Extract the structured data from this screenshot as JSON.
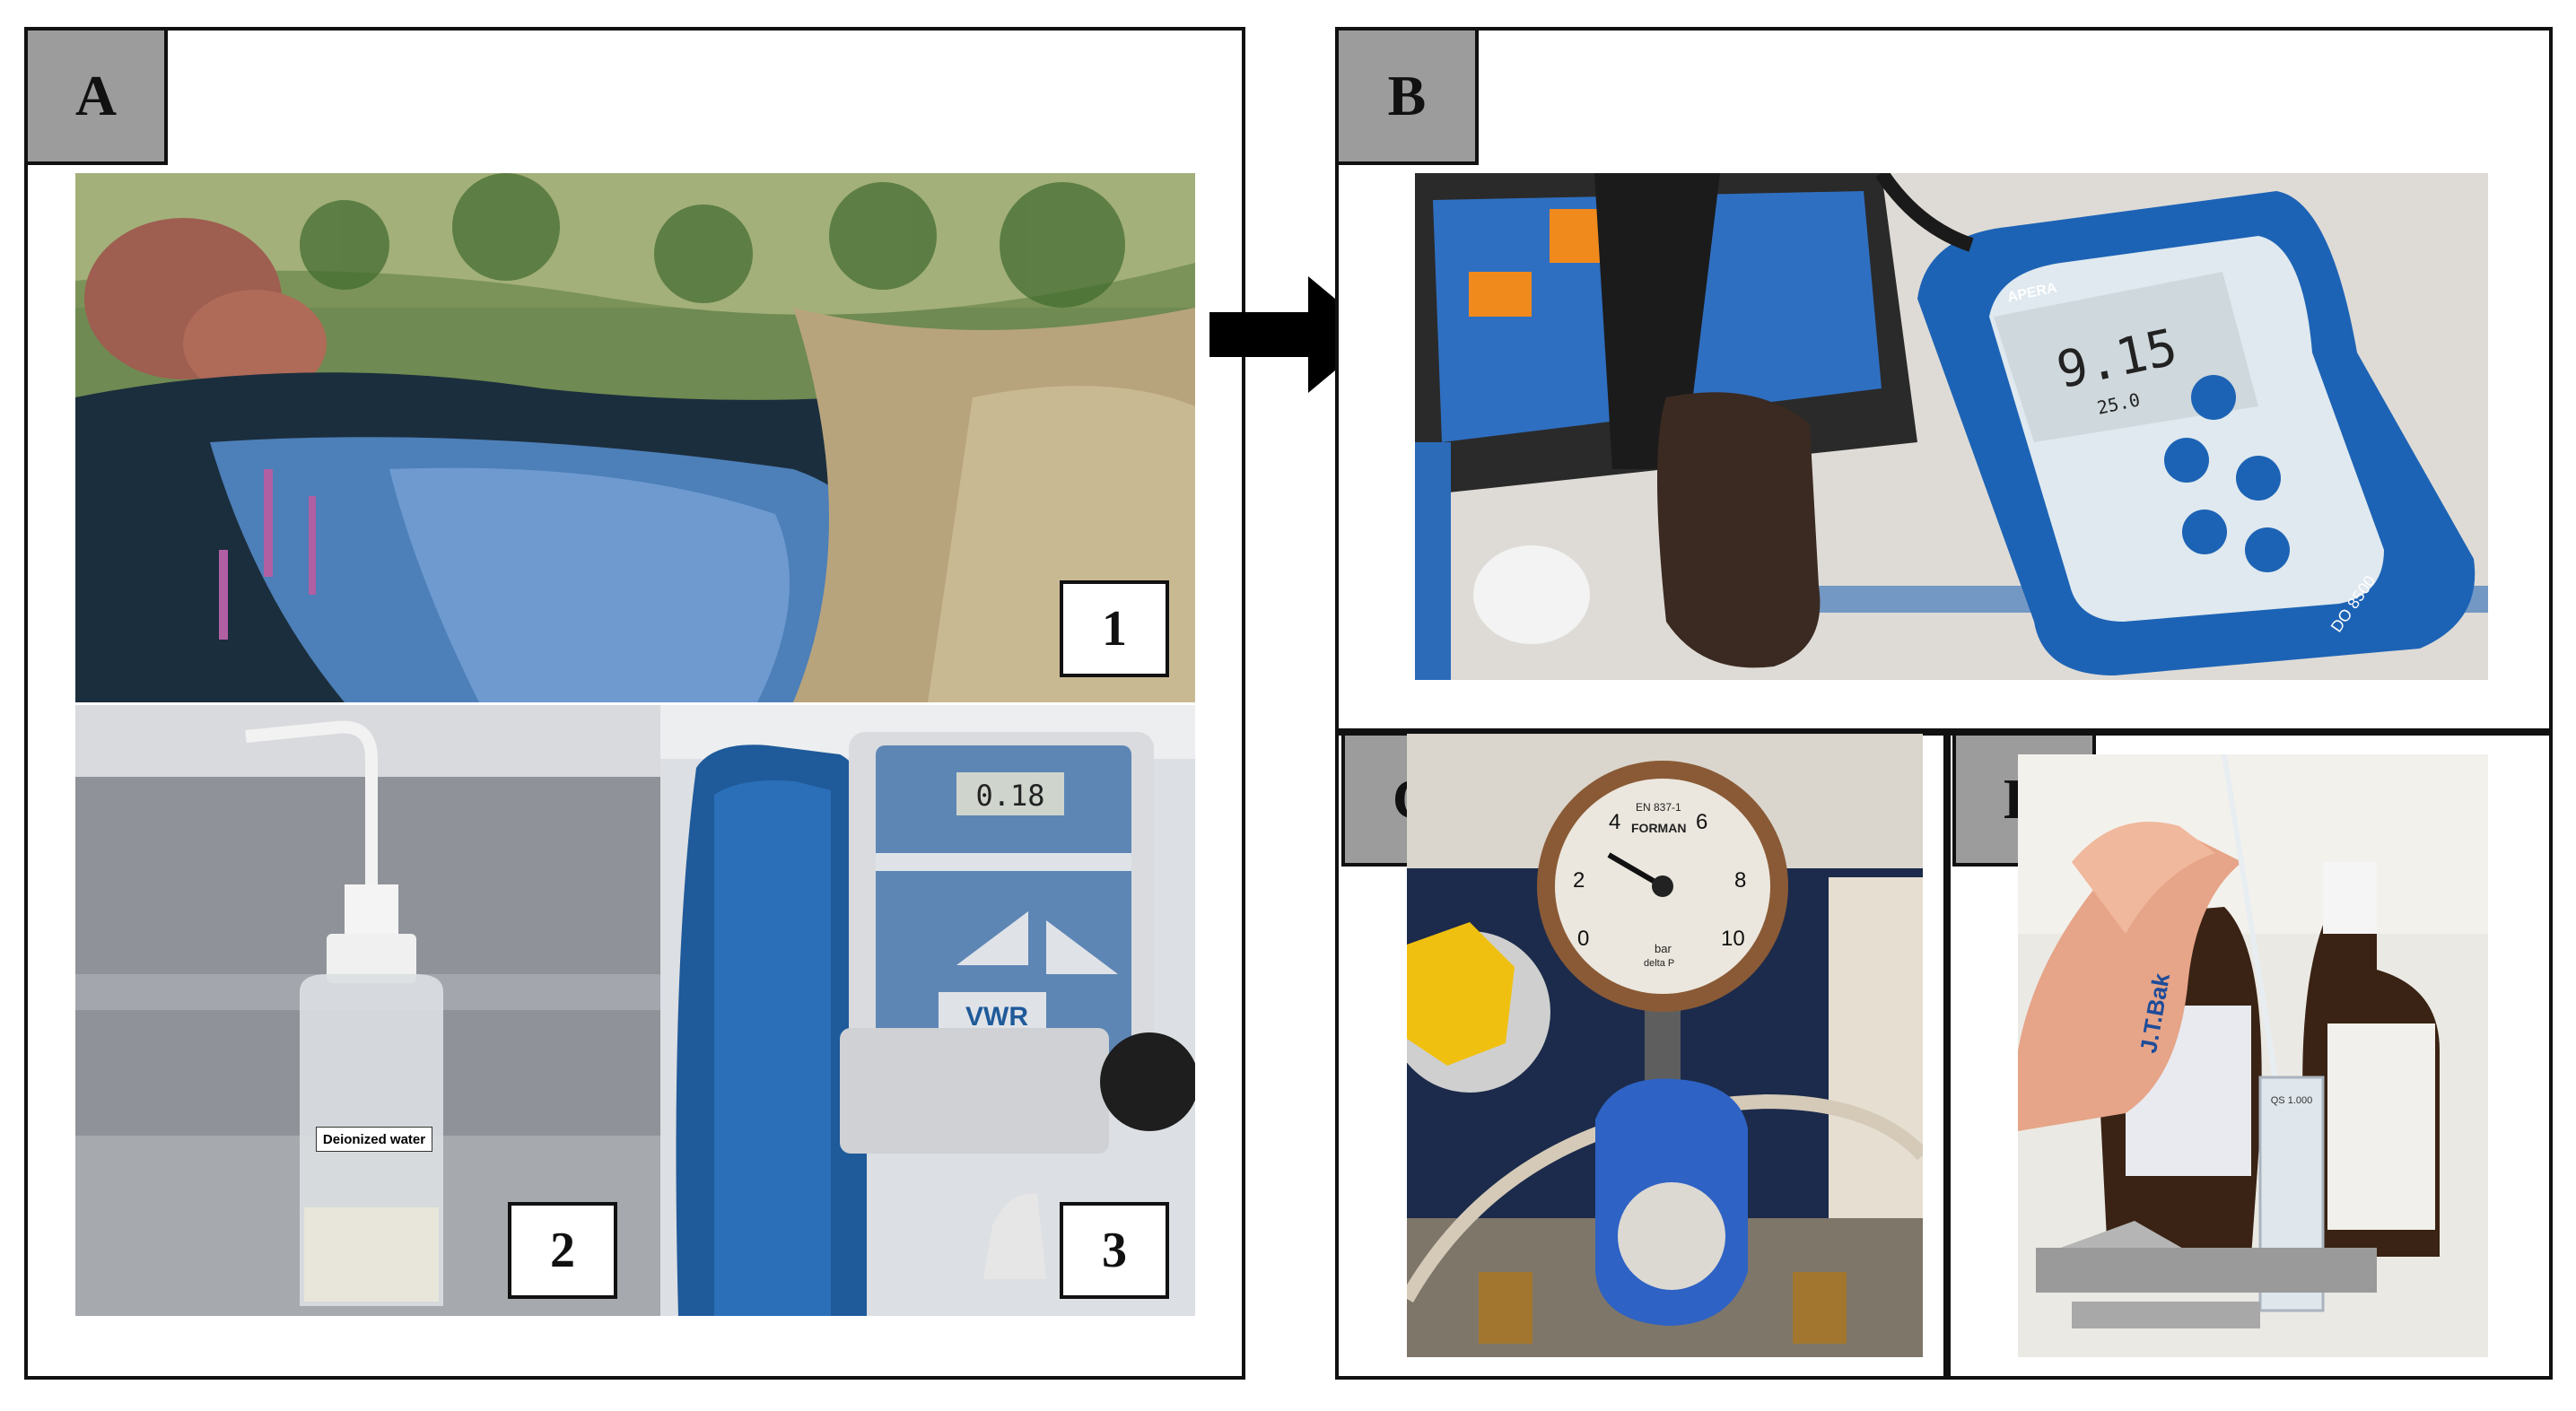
{
  "panels": {
    "A": {
      "label": "A",
      "numbers": [
        "1",
        "2",
        "3"
      ]
    },
    "B": {
      "label": "B"
    },
    "C": {
      "label": "C"
    },
    "D": {
      "label": "D"
    }
  },
  "photo_text": {
    "bottle_label": "Deionized water",
    "purifier_display": "0.18",
    "purifier_brand": "VWR",
    "meter_brand": "APERA",
    "meter_reading": "9.15",
    "meter_temp": "25.0",
    "meter_model": "DO 8500",
    "gauge_brand": "FORMAN",
    "gauge_standard": "EN 837-1",
    "gauge_unit": "bar",
    "gauge_sub": "delta P",
    "gauge_scale": [
      "0",
      "2",
      "4",
      "6",
      "8",
      "10"
    ],
    "reagent_brand": "J.T.Bak",
    "cuvette_text": "QS 1.000"
  },
  "colors": {
    "border": "#111111",
    "tag_bg": "#9c9c9c",
    "arrow": "#000000",
    "device_blue": "#1f5a9a"
  }
}
